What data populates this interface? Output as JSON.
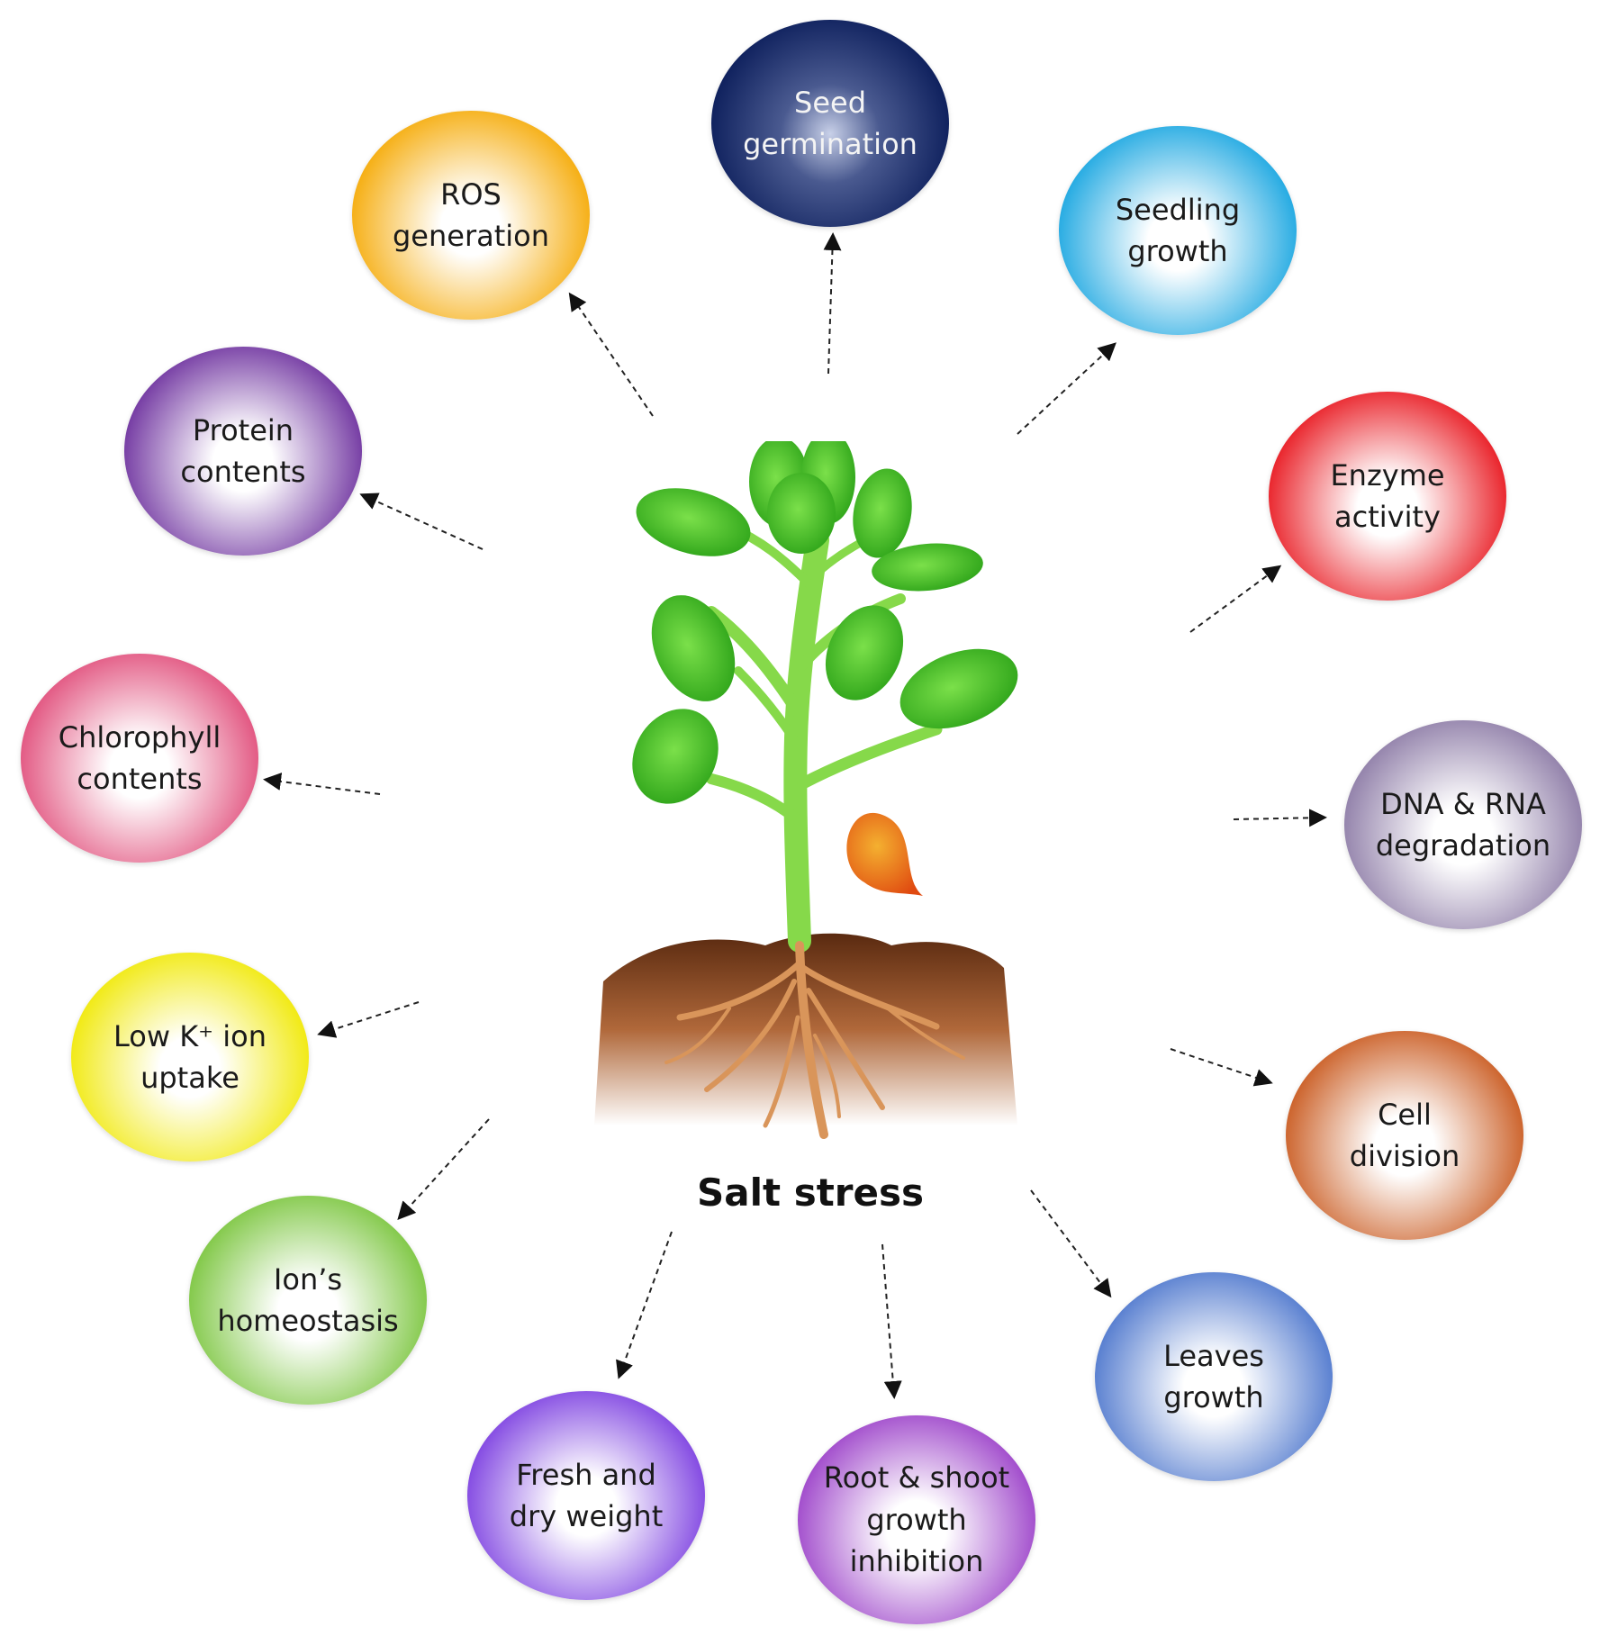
{
  "center": {
    "label": "Salt stress"
  },
  "nodes": [
    {
      "id": "seed-germination",
      "label": "Seed\ngermination",
      "color": "#0d1f5c",
      "dark": true
    },
    {
      "id": "seedling-growth",
      "label": "Seedling\ngrowth",
      "color": "#14a4e0",
      "dark": false
    },
    {
      "id": "enzyme-activity",
      "label": "Enzyme\nactivity",
      "color": "#e8121a",
      "dark": false
    },
    {
      "id": "dna-rna-degradation",
      "label": "DNA & RNA\ndegradation",
      "color": "#8a78a4",
      "dark": false
    },
    {
      "id": "cell-division",
      "label": "Cell\ndivision",
      "color": "#c8561a",
      "dark": false
    },
    {
      "id": "leaves-growth",
      "label": "Leaves\ngrowth",
      "color": "#4a74cc",
      "dark": false
    },
    {
      "id": "root-shoot-growth-inhibition",
      "label": "Root & shoot\ngrowth\ninhibition",
      "color": "#9a3ec8",
      "dark": false
    },
    {
      "id": "fresh-dry-weight",
      "label": "Fresh and\ndry weight",
      "color": "#7a3ce0",
      "dark": false
    },
    {
      "id": "ions-homeostasis",
      "label": "Ion’s\nhomeostasis",
      "color": "#78c43a",
      "dark": false
    },
    {
      "id": "low-k-ion-uptake",
      "label": "Low K⁺ ion\nuptake",
      "color": "#f0e800",
      "dark": false
    },
    {
      "id": "chlorophyll-contents",
      "label": "Chlorophyll\ncontents",
      "color": "#e04a78",
      "dark": false
    },
    {
      "id": "protein-contents",
      "label": "Protein\ncontents",
      "color": "#6a2c9c",
      "dark": false
    },
    {
      "id": "ros-generation",
      "label": "ROS\ngeneration",
      "color": "#f5a800",
      "dark": false
    }
  ]
}
